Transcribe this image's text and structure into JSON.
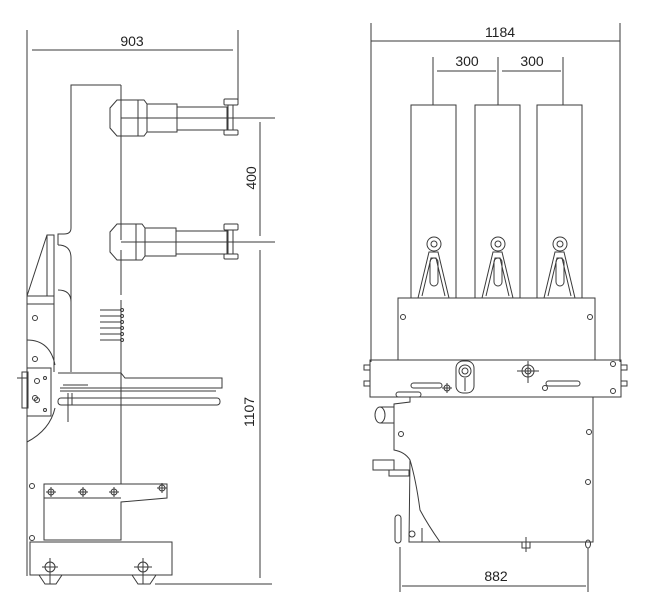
{
  "drawing": {
    "side_view": {
      "dimensions": {
        "depth": "903",
        "bushing_spacing": "400",
        "height": "1107"
      }
    },
    "front_view": {
      "dimensions": {
        "width": "1184",
        "phase_spacing_1": "300",
        "phase_spacing_2": "300",
        "wheel_track": "882"
      }
    },
    "colors": {
      "line": "#3a3a3a",
      "background": "#ffffff"
    }
  }
}
